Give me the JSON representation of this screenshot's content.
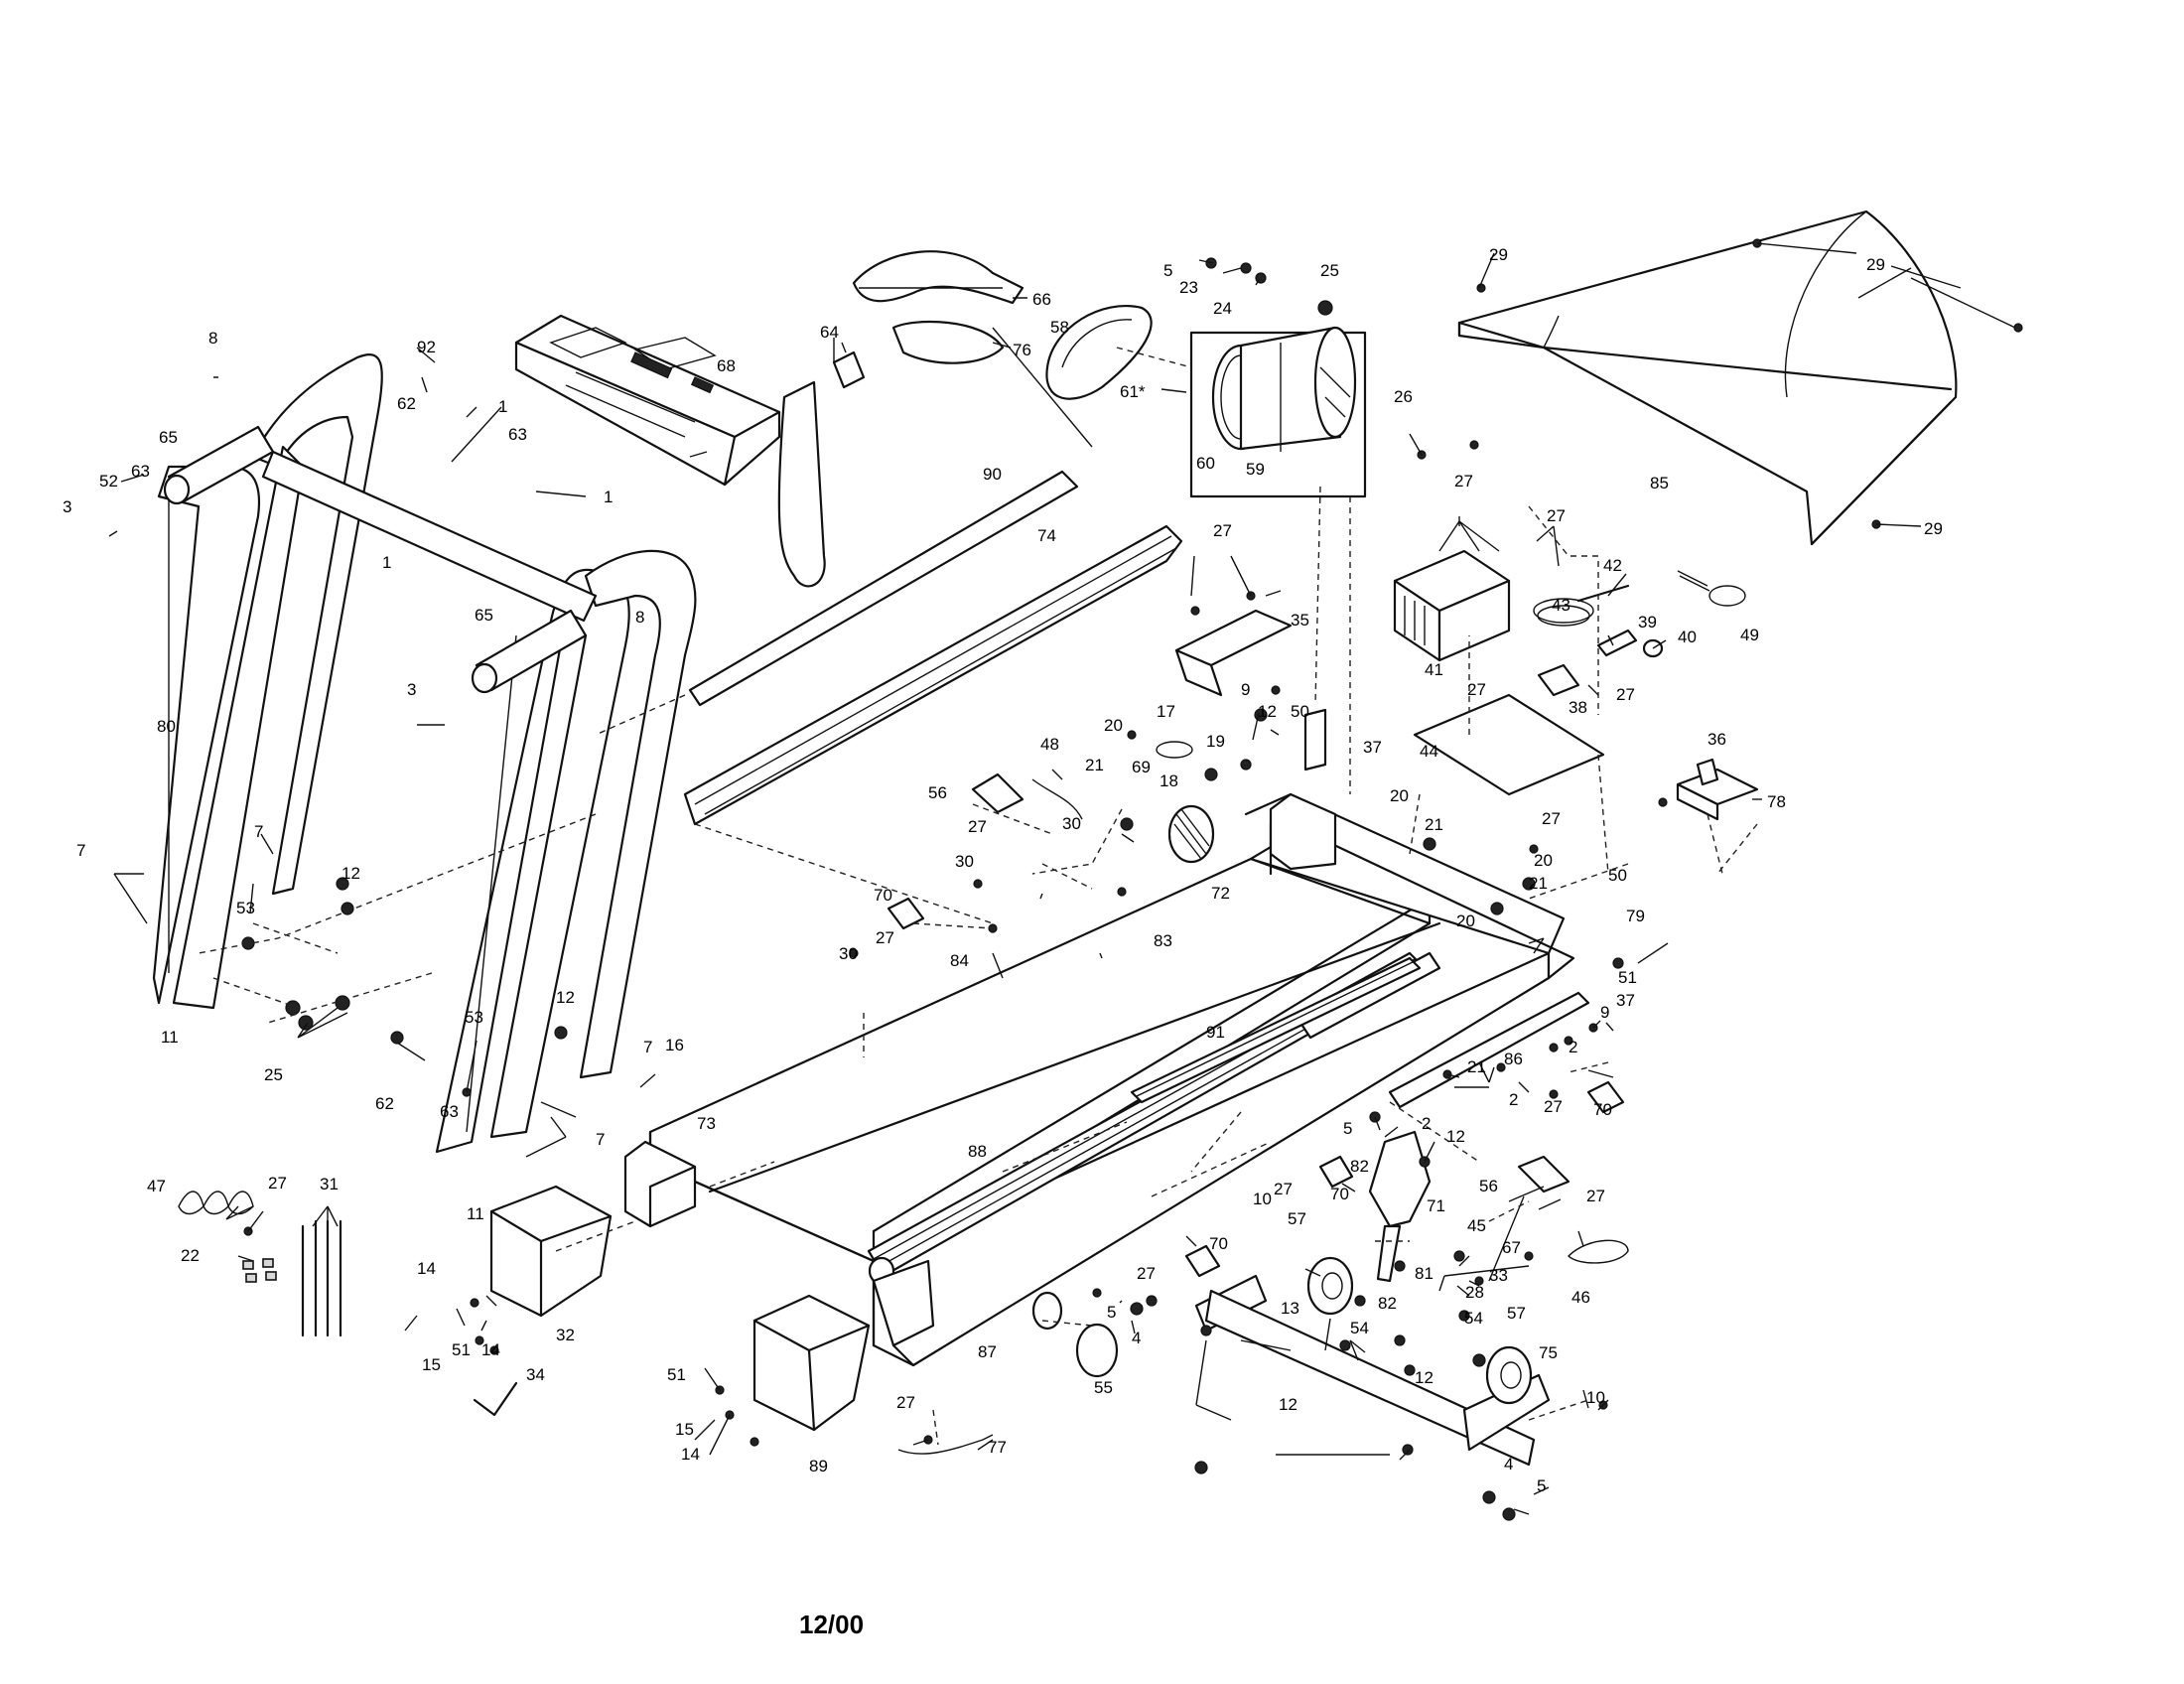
{
  "footer": {
    "date_code": "12/00"
  },
  "labels": [
    {
      "id": "l-5a",
      "text": "5"
    },
    {
      "id": "l-23",
      "text": "23"
    },
    {
      "id": "l-24",
      "text": "24"
    },
    {
      "id": "l-25a",
      "text": "25"
    },
    {
      "id": "l-29a",
      "text": "29"
    },
    {
      "id": "l-29b",
      "text": "29"
    },
    {
      "id": "l-29c",
      "text": "29"
    },
    {
      "id": "l-66",
      "text": "66"
    },
    {
      "id": "l-76",
      "text": "76"
    },
    {
      "id": "l-64",
      "text": "64"
    },
    {
      "id": "l-58",
      "text": "58"
    },
    {
      "id": "l-61",
      "text": "61*"
    },
    {
      "id": "l-60",
      "text": "60"
    },
    {
      "id": "l-59",
      "text": "59"
    },
    {
      "id": "l-26",
      "text": "26"
    },
    {
      "id": "l-85",
      "text": "85"
    },
    {
      "id": "l-68",
      "text": "68"
    },
    {
      "id": "l-8a",
      "text": "8"
    },
    {
      "id": "l-8b",
      "text": "8"
    },
    {
      "id": "l-92",
      "text": "92"
    },
    {
      "id": "l-62a",
      "text": "62"
    },
    {
      "id": "l-63a",
      "text": "63"
    },
    {
      "id": "l-63b",
      "text": "63"
    },
    {
      "id": "l-65a",
      "text": "65"
    },
    {
      "id": "l-65b",
      "text": "65"
    },
    {
      "id": "l-52",
      "text": "52"
    },
    {
      "id": "l-3a",
      "text": "3"
    },
    {
      "id": "l-3b",
      "text": "3"
    },
    {
      "id": "l-1a",
      "text": "1"
    },
    {
      "id": "l-1b",
      "text": "1"
    },
    {
      "id": "l-1c",
      "text": "1"
    },
    {
      "id": "l-90",
      "text": "90"
    },
    {
      "id": "l-74",
      "text": "74"
    },
    {
      "id": "l-27a",
      "text": "27"
    },
    {
      "id": "l-35",
      "text": "35"
    },
    {
      "id": "l-27b",
      "text": "27"
    },
    {
      "id": "l-27c",
      "text": "27"
    },
    {
      "id": "l-42",
      "text": "42"
    },
    {
      "id": "l-49",
      "text": "49"
    },
    {
      "id": "l-43",
      "text": "43"
    },
    {
      "id": "l-39",
      "text": "39"
    },
    {
      "id": "l-40",
      "text": "40"
    },
    {
      "id": "l-41",
      "text": "41"
    },
    {
      "id": "l-38",
      "text": "38"
    },
    {
      "id": "l-27d",
      "text": "27"
    },
    {
      "id": "l-27e",
      "text": "27"
    },
    {
      "id": "l-44",
      "text": "44"
    },
    {
      "id": "l-27f",
      "text": "27"
    },
    {
      "id": "l-36",
      "text": "36"
    },
    {
      "id": "l-78",
      "text": "78"
    },
    {
      "id": "l-80",
      "text": "80"
    },
    {
      "id": "l-7a",
      "text": "7"
    },
    {
      "id": "l-7b",
      "text": "7"
    },
    {
      "id": "l-12a",
      "text": "12"
    },
    {
      "id": "l-53a",
      "text": "53"
    },
    {
      "id": "l-11a",
      "text": "11"
    },
    {
      "id": "l-25b",
      "text": "25"
    },
    {
      "id": "l-53b",
      "text": "53"
    },
    {
      "id": "l-12b",
      "text": "12"
    },
    {
      "id": "l-7c",
      "text": "7"
    },
    {
      "id": "l-62b",
      "text": "62"
    },
    {
      "id": "l-63c",
      "text": "63"
    },
    {
      "id": "l-7d",
      "text": "7"
    },
    {
      "id": "l-11b",
      "text": "11"
    },
    {
      "id": "l-20a",
      "text": "20"
    },
    {
      "id": "l-17",
      "text": "17"
    },
    {
      "id": "l-9a",
      "text": "9"
    },
    {
      "id": "l-12c",
      "text": "12"
    },
    {
      "id": "l-50a",
      "text": "50"
    },
    {
      "id": "l-37a",
      "text": "37"
    },
    {
      "id": "l-19",
      "text": "19"
    },
    {
      "id": "l-18",
      "text": "18"
    },
    {
      "id": "l-21a",
      "text": "21"
    },
    {
      "id": "l-69",
      "text": "69"
    },
    {
      "id": "l-48",
      "text": "48"
    },
    {
      "id": "l-56a",
      "text": "56"
    },
    {
      "id": "l-27g",
      "text": "27"
    },
    {
      "id": "l-30a",
      "text": "30"
    },
    {
      "id": "l-30b",
      "text": "30"
    },
    {
      "id": "l-72",
      "text": "72"
    },
    {
      "id": "l-20b",
      "text": "20"
    },
    {
      "id": "l-21b",
      "text": "21"
    },
    {
      "id": "l-20c",
      "text": "20"
    },
    {
      "id": "l-21c",
      "text": "21"
    },
    {
      "id": "l-50b",
      "text": "50"
    },
    {
      "id": "l-79",
      "text": "79"
    },
    {
      "id": "l-51a",
      "text": "51"
    },
    {
      "id": "l-37b",
      "text": "37"
    },
    {
      "id": "l-9b",
      "text": "9"
    },
    {
      "id": "l-20d",
      "text": "20"
    },
    {
      "id": "l-70a",
      "text": "70"
    },
    {
      "id": "l-27h",
      "text": "27"
    },
    {
      "id": "l-30c",
      "text": "30"
    },
    {
      "id": "l-84",
      "text": "84"
    },
    {
      "id": "l-83",
      "text": "83"
    },
    {
      "id": "l-16",
      "text": "16"
    },
    {
      "id": "l-91",
      "text": "91"
    },
    {
      "id": "l-21d",
      "text": "21"
    },
    {
      "id": "l-86",
      "text": "86"
    },
    {
      "id": "l-2a",
      "text": "2"
    },
    {
      "id": "l-2b",
      "text": "2"
    },
    {
      "id": "l-27i",
      "text": "27"
    },
    {
      "id": "l-70b",
      "text": "70"
    },
    {
      "id": "l-73",
      "text": "73"
    },
    {
      "id": "l-88",
      "text": "88"
    },
    {
      "id": "l-5b",
      "text": "5"
    },
    {
      "id": "l-2c",
      "text": "2"
    },
    {
      "id": "l-82a",
      "text": "82"
    },
    {
      "id": "l-12d",
      "text": "12"
    },
    {
      "id": "l-27j",
      "text": "27"
    },
    {
      "id": "l-70c",
      "text": "70"
    },
    {
      "id": "l-71",
      "text": "71"
    },
    {
      "id": "l-56b",
      "text": "56"
    },
    {
      "id": "l-27k",
      "text": "27"
    },
    {
      "id": "l-10a",
      "text": "10"
    },
    {
      "id": "l-57a",
      "text": "57"
    },
    {
      "id": "l-45",
      "text": "45"
    },
    {
      "id": "l-67",
      "text": "67"
    },
    {
      "id": "l-70d",
      "text": "70"
    },
    {
      "id": "l-81",
      "text": "81"
    },
    {
      "id": "l-33",
      "text": "33"
    },
    {
      "id": "l-28",
      "text": "28"
    },
    {
      "id": "l-82b",
      "text": "82"
    },
    {
      "id": "l-46",
      "text": "46"
    },
    {
      "id": "l-27l",
      "text": "27"
    },
    {
      "id": "l-13",
      "text": "13"
    },
    {
      "id": "l-54a",
      "text": "54"
    },
    {
      "id": "l-5c",
      "text": "5"
    },
    {
      "id": "l-4a",
      "text": "4"
    },
    {
      "id": "l-54b",
      "text": "54"
    },
    {
      "id": "l-57b",
      "text": "57"
    },
    {
      "id": "l-75",
      "text": "75"
    },
    {
      "id": "l-55",
      "text": "55"
    },
    {
      "id": "l-12e",
      "text": "12"
    },
    {
      "id": "l-12f",
      "text": "12"
    },
    {
      "id": "l-10b",
      "text": "10"
    },
    {
      "id": "l-4b",
      "text": "4"
    },
    {
      "id": "l-5d",
      "text": "5"
    },
    {
      "id": "l-87",
      "text": "87"
    },
    {
      "id": "l-47",
      "text": "47"
    },
    {
      "id": "l-27m",
      "text": "27"
    },
    {
      "id": "l-31",
      "text": "31"
    },
    {
      "id": "l-22",
      "text": "22"
    },
    {
      "id": "l-14a",
      "text": "14"
    },
    {
      "id": "l-15a",
      "text": "15"
    },
    {
      "id": "l-51b",
      "text": "51"
    },
    {
      "id": "l-14b",
      "text": "14"
    },
    {
      "id": "l-32",
      "text": "32"
    },
    {
      "id": "l-34",
      "text": "34"
    },
    {
      "id": "l-51c",
      "text": "51"
    },
    {
      "id": "l-15b",
      "text": "15"
    },
    {
      "id": "l-14c",
      "text": "14"
    },
    {
      "id": "l-89",
      "text": "89"
    },
    {
      "id": "l-27n",
      "text": "27"
    },
    {
      "id": "l-77",
      "text": "77"
    }
  ]
}
